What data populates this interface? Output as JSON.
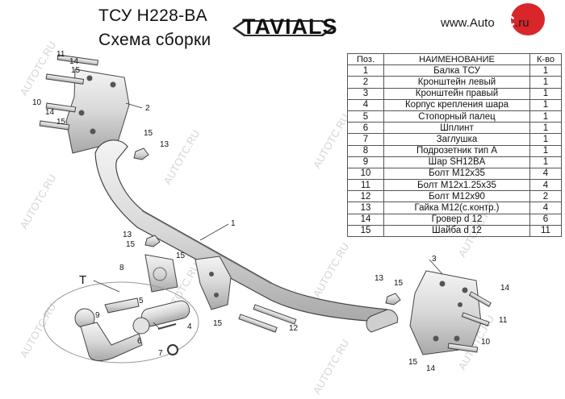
{
  "title": {
    "line1": "ТСУ  H228-BA",
    "line2": "Схема сборки"
  },
  "logo": {
    "text": "TAVIALS"
  },
  "site": {
    "text": "www.Auto",
    "mark": "TC",
    "suffix": ".ru"
  },
  "watermark": "AUTOTC.RU",
  "table": {
    "headers": [
      "Поз.",
      "НАИМЕНОВАНИЕ",
      "К-во"
    ],
    "rows": [
      [
        "1",
        "Балка ТСУ",
        "1"
      ],
      [
        "2",
        "Кронштейн левый",
        "1"
      ],
      [
        "3",
        "Кронштейн правый",
        "1"
      ],
      [
        "4",
        "Корпус крепления шара",
        "1"
      ],
      [
        "5",
        "Стопорный палец",
        "1"
      ],
      [
        "6",
        "Шплинт",
        "1"
      ],
      [
        "7",
        "Заглушка",
        "1"
      ],
      [
        "8",
        "Подрозетник тип А",
        "1"
      ],
      [
        "9",
        "Шар SH12BA",
        "1"
      ],
      [
        "10",
        "Болт М12х35",
        "4"
      ],
      [
        "11",
        "Болт М12х1.25х35",
        "4"
      ],
      [
        "12",
        "Болт М12х90",
        "2"
      ],
      [
        "13",
        "Гайка М12(с.контр.)",
        "4"
      ],
      [
        "14",
        "Гровер d 12",
        "6"
      ],
      [
        "15",
        "Шайба d 12",
        "11"
      ]
    ]
  },
  "callouts": {
    "c1": "1",
    "c2": "2",
    "c3": "3",
    "c4": "4",
    "c5": "5",
    "c6": "6",
    "c7": "7",
    "c8": "8",
    "c9": "9",
    "c10a": "10",
    "c10b": "10",
    "c11a": "11",
    "c11b": "11",
    "c12": "12",
    "c13a": "13",
    "c13b": "13",
    "c13c": "13",
    "c14a": "14",
    "c14b": "14",
    "c14c": "14",
    "c14d": "14",
    "c15a": "15",
    "c15b": "15",
    "c15c": "15",
    "c15d": "15",
    "c15e": "15",
    "c15f": "15",
    "c15g": "15",
    "c15h": "15",
    "cT": "T"
  }
}
